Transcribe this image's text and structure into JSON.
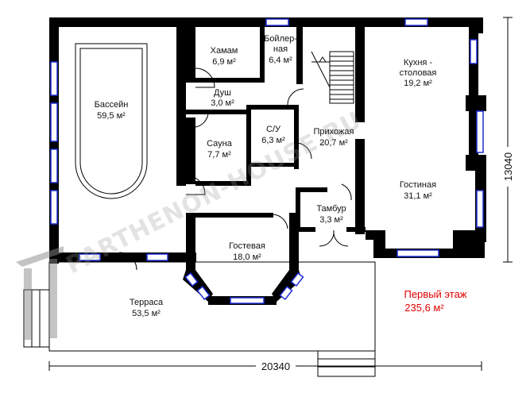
{
  "rooms": {
    "pool": {
      "name": "Бассейн",
      "area": "59,5 м²"
    },
    "hamam": {
      "name": "Хамам",
      "area": "6,9 м²"
    },
    "boiler": {
      "name": "Бойлер-\nная",
      "area": "6,4 м²"
    },
    "kitchen": {
      "name": "Кухня -\nстоловая",
      "area": "19,2 м²"
    },
    "shower": {
      "name": "Душ",
      "area": "3,0 м²"
    },
    "sauna": {
      "name": "Сауна",
      "area": "7,7 м²"
    },
    "wc": {
      "name": "С/У",
      "area": "6,3 м²"
    },
    "hall": {
      "name": "Прихожая",
      "area": "20,7 м²"
    },
    "living": {
      "name": "Гостиная",
      "area": "31,1 м²"
    },
    "vestibule": {
      "name": "Тамбур",
      "area": "3,3 м²"
    },
    "guest": {
      "name": "Гостевая",
      "area": "18,0 м²"
    },
    "terrace": {
      "name": "Терраса",
      "area": "53,5 м²"
    }
  },
  "floor_title": "Первый этаж",
  "floor_area": "235,6  м²",
  "dimensions": {
    "width": "20340",
    "height": "13040"
  },
  "watermark": "PARTHENON-HOUSE.RU",
  "colors": {
    "wall": "#000000",
    "window": "#1e2dd6",
    "title": "#e00000"
  }
}
